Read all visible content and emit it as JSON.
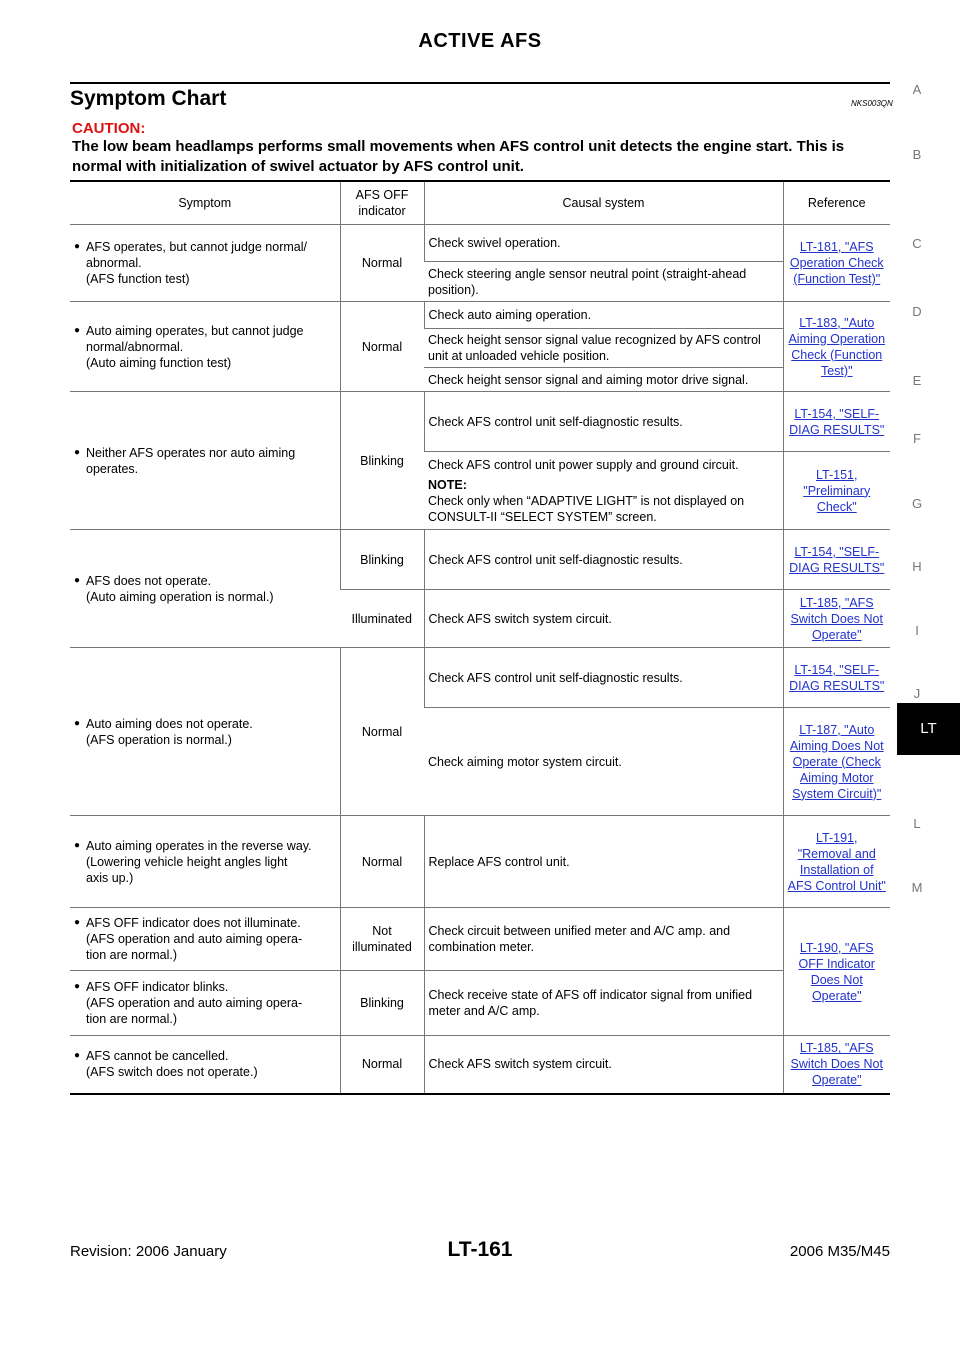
{
  "header": {
    "title": "ACTIVE AFS"
  },
  "section": {
    "title": "Symptom Chart",
    "code": "NKS003QN"
  },
  "caution": {
    "label": "CAUTION:",
    "text": "The low beam headlamps performs small movements when AFS control unit detects the engine start. This is normal with initialization of swivel actuator by AFS control unit."
  },
  "table": {
    "headers": {
      "symptom": "Symptom",
      "indicator": "AFS OFF indicator",
      "causal": "Causal system",
      "reference": "Reference"
    },
    "r1": {
      "symptom": [
        "AFS operates, but cannot judge normal/",
        "abnormal.",
        "(AFS function test)"
      ],
      "indicator": "Normal",
      "causal_a": "Check swivel operation.",
      "causal_b": "Check steering angle sensor neutral point (straight-ahead position).",
      "reference": "LT-181, \"AFS Operation Check (Function Test)\""
    },
    "r2": {
      "symptom": [
        "Auto aiming operates, but cannot judge",
        "normal/abnormal.",
        "(Auto aiming function test)"
      ],
      "indicator": "Normal",
      "causal_a": "Check auto aiming operation.",
      "causal_b": "Check height sensor signal value recognized by AFS control unit at unloaded vehicle position.",
      "causal_c": "Check height sensor signal and aiming motor drive signal.",
      "reference": "LT-183, \"Auto Aiming Operation Check (Function Test)\""
    },
    "r3": {
      "symptom": [
        "Neither AFS operates nor auto aiming",
        "operates."
      ],
      "indicator": "Blinking",
      "causal_a": "Check AFS control unit self-diagnostic results.",
      "reference_a": "LT-154, \"SELF-DIAG RESULTS\"",
      "causal_b": "Check AFS control unit power supply and ground circuit.",
      "note_label": "NOTE:",
      "note_text": "Check only when “ADAPTIVE LIGHT” is not displayed on CONSULT-II “SELECT SYSTEM” screen.",
      "reference_b": "LT-151, \"Preliminary Check\""
    },
    "r4": {
      "symptom": [
        "AFS does not operate.",
        "(Auto aiming operation is normal.)"
      ],
      "indicator_a": "Blinking",
      "causal_a": "Check AFS control unit self-diagnostic results.",
      "reference_a": "LT-154, \"SELF-DIAG RESULTS\"",
      "indicator_b": "Illuminated",
      "causal_b": "Check AFS switch system circuit.",
      "reference_b": "LT-185, \"AFS Switch Does Not Operate\""
    },
    "r5": {
      "symptom": [
        "Auto aiming does not operate.",
        "(AFS operation is normal.)"
      ],
      "indicator": "Normal",
      "causal_a": "Check AFS control unit self-diagnostic results.",
      "reference_a": "LT-154, \"SELF-DIAG RESULTS\"",
      "causal_b": "Check aiming motor system circuit.",
      "reference_b": "LT-187, \"Auto Aiming Does Not Operate (Check Aiming Motor System Circuit)\""
    },
    "r6": {
      "symptom": [
        "Auto aiming operates in the reverse way.",
        "(Lowering vehicle height angles light",
        "axis up.)"
      ],
      "indicator": "Normal",
      "causal": "Replace AFS control unit.",
      "reference": "LT-191, \"Removal and Installation of AFS Control Unit\""
    },
    "r7": {
      "symptom": [
        "AFS OFF indicator does not illuminate.",
        "(AFS operation and auto aiming opera-",
        "tion are normal.)"
      ],
      "indicator": "Not illuminated",
      "causal": "Check circuit between unified meter and A/C amp. and combination meter.",
      "reference": "LT-190, \"AFS OFF Indicator Does Not Operate\""
    },
    "r8": {
      "symptom": [
        "AFS OFF indicator blinks.",
        "(AFS operation and auto aiming opera-",
        "tion are normal.)"
      ],
      "indicator": "Blinking",
      "causal": "Check receive state of AFS off indicator signal from unified meter and A/C amp."
    },
    "r9": {
      "symptom": [
        "AFS cannot be cancelled.",
        "(AFS switch does not operate.)"
      ],
      "indicator": "Normal",
      "causal": "Check AFS switch system circuit.",
      "reference": "LT-185, \"AFS Switch Does Not Operate\""
    }
  },
  "side_index": {
    "letters": [
      "A",
      "B",
      "C",
      "D",
      "E",
      "F",
      "G",
      "H",
      "I",
      "J",
      "L",
      "M"
    ],
    "active": "LT"
  },
  "footer": {
    "revision": "Revision: 2006 January",
    "page": "LT-161",
    "model": "2006 M35/M45"
  }
}
